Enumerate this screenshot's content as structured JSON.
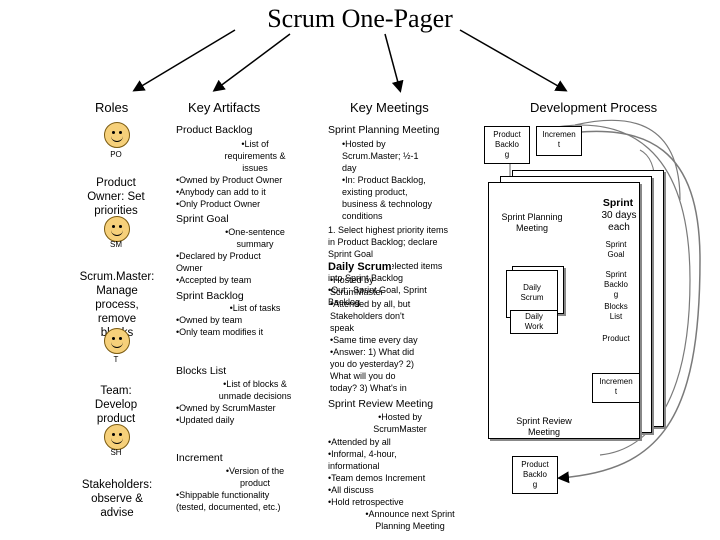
{
  "title": "Scrum One-Pager",
  "columns": {
    "roles": "Roles",
    "artifacts": "Key Artifacts",
    "meetings": "Key Meetings",
    "process": "Development Process"
  },
  "roles": [
    {
      "tag": "PO",
      "text": "Product\nOwner: Set\npriorities"
    },
    {
      "tag": "SM",
      "text": "Scrum.Master:\nManage\nprocess,\nremove\nblocks"
    },
    {
      "tag": "T",
      "text": "Team:\nDevelop\nproduct"
    },
    {
      "tag": "SH",
      "text": "Stakeholders:\nobserve &\nadvise"
    }
  ],
  "artifacts": {
    "product_backlog": {
      "title": "Product Backlog",
      "b1": "•List of\nrequirements &\nissues",
      "b2": "•Owned by Product Owner\n•Anybody can add to it\n•Only Product Owner"
    },
    "sprint_goal": {
      "title": "Sprint Goal",
      "b1": "•One-sentence\nsummary",
      "b2": "•Declared by Product\nOwner\n•Accepted by team"
    },
    "sprint_backlog": {
      "title": "Sprint Backlog",
      "b1": "•List of tasks",
      "b2": "•Owned by team\n•Only team modifies it"
    },
    "blocks_list": {
      "title": "Blocks List",
      "b1": "•List of blocks &\nunmade decisions",
      "b2": "•Owned by ScrumMaster\n•Updated daily"
    },
    "increment": {
      "title": "Increment",
      "b1": "•Version of the\nproduct",
      "b2": "•Shippable functionality\n(tested, documented, etc.)"
    }
  },
  "meetings": {
    "planning": {
      "title": "Sprint Planning Meeting",
      "b1": "•Hosted by\nScrum.Master; ½-1\nday\n•In: Product Backlog,\nexisting product,\nbusiness & technology\nconditions",
      "b2": "1. Select highest priority items\nin Product Backlog; declare\nSprint Goal\n2. Team turns selected items\ninto Sprint Backlog\n•Out:: Sprint Goal, Sprint\nBacklog"
    },
    "daily": {
      "title": "Daily Scrum",
      "b1": "•Hosted by\nScrumMaster\n•Attended by all, but\nStakeholders don't\nspeak\n•Same time every day\n•Answer: 1) What did\nyou do yesterday? 2)\nWhat will you do\ntoday? 3) What's in"
    },
    "review": {
      "title": "Sprint Review Meeting",
      "b1": "•Hosted by\nScrumMaster",
      "b2": "•Attended by all\n•Informal, 4-hour,\ninformational\n•Team demos Increment\n•All discuss\n•Hold retrospective",
      "b3": "•Announce next Sprint\nPlanning Meeting"
    }
  },
  "process": {
    "product_backlog_top": "Product\nBacklo\ng",
    "increment_top": "Incremen\nt",
    "sprint_planning": "Sprint Planning\nMeeting",
    "daily_scrum": "Daily\nScrum",
    "daily_work": "Daily\nWork",
    "sprint_title": "Sprint",
    "sprint_sub": "30 days\neach",
    "sprint_goal": "Sprint\nGoal",
    "sprint_backlog": "Sprint\nBacklo\ng",
    "blocks_list": "Blocks\nList",
    "product": "Product",
    "increment_side": "Incremen\nt",
    "sprint_review": "Sprint Review\nMeeting",
    "product_backlog_bottom": "Product\nBacklo\ng"
  }
}
